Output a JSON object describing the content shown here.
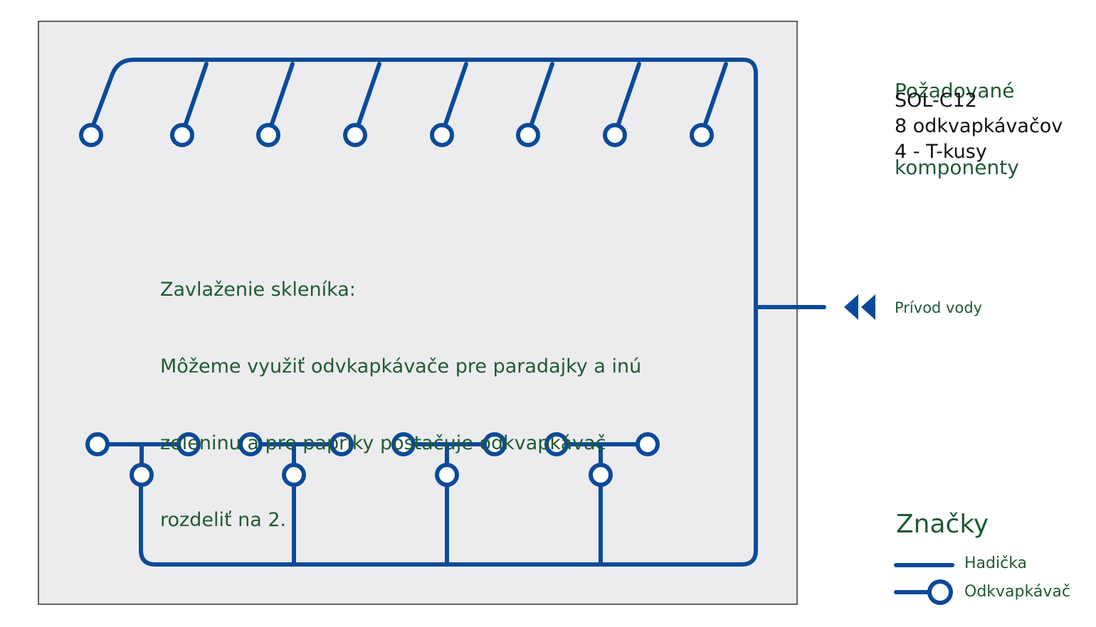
{
  "colors": {
    "pipe": "#0b4a9a",
    "panel_fill": "#ececee",
    "panel_border": "#333333",
    "heading_text": "#1f5a33",
    "body_text": "#111111"
  },
  "components": {
    "title_lines": [
      "Požadované",
      "komponenty"
    ],
    "items": [
      "SOL-C12",
      "8 odkvapkávačov",
      "4 - T-kusy"
    ]
  },
  "description": {
    "lines": [
      "Zavlaženie skleníka:",
      "Môžeme využiť odvkapkávače pre paradajky a inú",
      "zeleninu a pre papriky postačuje odkvapkávač",
      "rozdeliť na 2."
    ]
  },
  "water_inlet": {
    "label": "Prívod vody",
    "icon": "double-chevron-left-icon"
  },
  "legend": {
    "title": "Značky",
    "hose_label": "Hadička",
    "dripper_label": "Odkvapkávač",
    "hose_icon": "pipe-line-icon",
    "dripper_icon": "dripper-icon"
  },
  "layout_counts": {
    "top_drippers": 8,
    "bottom_t_pieces": 4
  }
}
